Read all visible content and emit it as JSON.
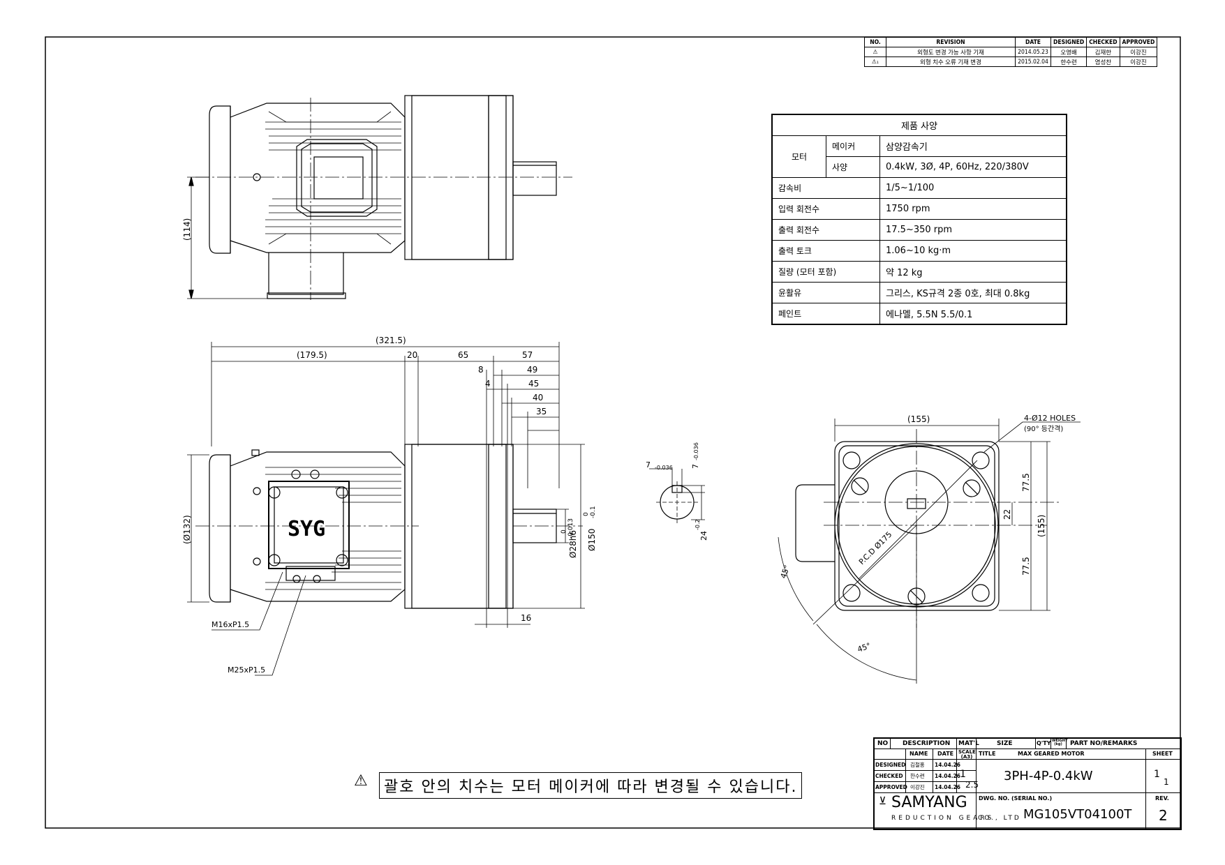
{
  "revision_table": {
    "headers": [
      "NO.",
      "REVISION",
      "DATE",
      "DESIGNED",
      "CHECKED",
      "APPROVED"
    ],
    "rows": [
      {
        "no": "⚠",
        "revision": "외형도 변경 가능 사항 기재",
        "date": "2014.05.23",
        "designed": "오영배",
        "checked": "김재한",
        "approved": "이강진"
      },
      {
        "no": "⚠₁",
        "revision": "외형 치수 오류 기재 변경",
        "date": "2015.02.04",
        "designed": "한수련",
        "checked": "염성찬",
        "approved": "이강진"
      }
    ]
  },
  "spec_table": {
    "title": "제품 사양",
    "rows": [
      {
        "label": "모터",
        "sub": "메이커",
        "value": "삼양감속기"
      },
      {
        "label": "",
        "sub": "사양",
        "value": "0.4kW, 3Ø, 4P, 60Hz, 220/380V"
      },
      {
        "label": "감속비",
        "value": "1/5~1/100"
      },
      {
        "label": "입력 회전수",
        "value": "1750 rpm"
      },
      {
        "label": "출력 회전수",
        "value": "17.5~350 rpm"
      },
      {
        "label": "출력 토크",
        "value": "1.06~10 kg·m"
      },
      {
        "label": "질량 (모터 포함)",
        "value": "약 12 kg"
      },
      {
        "label": "윤활유",
        "value": "그리스, KS규격 2종 0호, 최대 0.8kg"
      },
      {
        "label": "페인트",
        "value": "에나멜, 5.5N 5.5/0.1"
      }
    ]
  },
  "dimensions": {
    "top_view_height": "(114)",
    "overall_length": "(321.5)",
    "motor_length": "(179.5)",
    "d20": "20",
    "d65": "65",
    "d57": "57",
    "d8": "8",
    "d49": "49",
    "d4": "4",
    "d45": "45",
    "d40": "40",
    "d35": "35",
    "d16": "16",
    "motor_dia": "(Ø132)",
    "shaft_dia": "Ø28h6",
    "shaft_tol_top": "0",
    "shaft_tol_bot": "-0.013",
    "pilot_dia": "Ø150",
    "pilot_tol_top": "0",
    "pilot_tol_bot": "-0.1",
    "key_width": "7",
    "key_tol": "-0.036",
    "key_width2": "7",
    "key_tol2": "-0.036",
    "key_height": "24",
    "key_height_tol": "-0.2",
    "thread1": "M16xP1.5",
    "thread2": "M25xP1.5",
    "syg_logo": "SYG",
    "flange_width": "(155)",
    "flange_height": "(155)",
    "holes": "4-Ø12 HOLES",
    "holes_note": "(90° 등간격)",
    "d77_5a": "77.5",
    "d77_5b": "77.5",
    "d22": "22",
    "pcd": "P.C.D Ø175",
    "angle1": "45°",
    "angle2": "45°"
  },
  "note": {
    "symbol": "⚠",
    "text": "괄호 안의 치수는 모터 메이커에 따라 변경될 수 있습니다."
  },
  "title_block": {
    "headers": {
      "no": "NO",
      "description": "DESCRIPTION",
      "matl": "MAT'L",
      "size": "SIZE",
      "qty": "Q'TY",
      "weight": "WEIGHT (kg)",
      "part": "PART NO/REMARKS"
    },
    "name_col": "NAME",
    "date_col": "DATE",
    "scale_col": "SCALE (A3)",
    "rows": [
      {
        "role": "DESIGNED",
        "name": "김철홍",
        "date": "14.04.26"
      },
      {
        "role": "CHECKED",
        "name": "한수련",
        "date": "14.04.26"
      },
      {
        "role": "APPROVED",
        "name": "이강진",
        "date": "14.04.26"
      }
    ],
    "scale_num": "1",
    "scale_den": "2.5",
    "title_label": "TITLE",
    "title_sub": "MAX GEARED MOTOR",
    "title_main": "3PH-4P-0.4kW",
    "sheet_label": "SHEET",
    "sheet_num": "1",
    "sheet_den": "1",
    "company": "SAMYANG",
    "company_sub": "REDUCTION GEARS",
    "company_co": "CO., LTD",
    "dwg_label": "DWG. NO. (SERIAL NO.)",
    "dwg_no": "MG105VT04100T",
    "rev_label": "REV.",
    "rev_no": "2"
  }
}
